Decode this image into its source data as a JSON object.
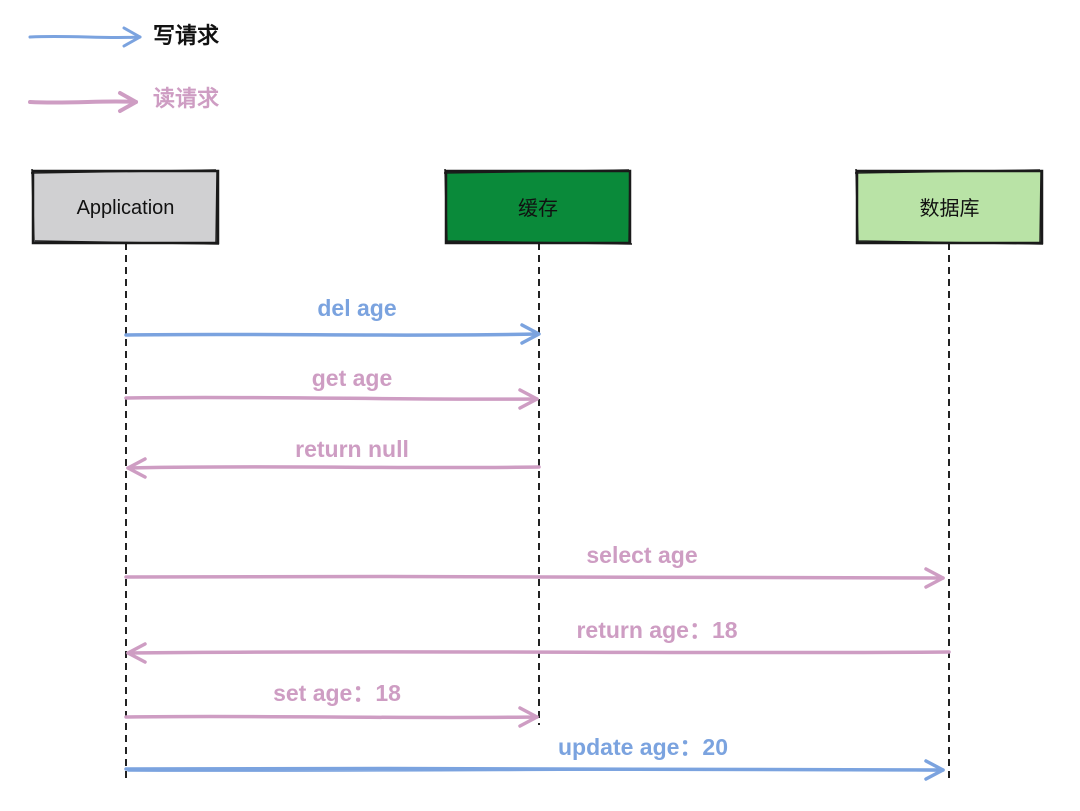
{
  "legend": [
    {
      "label": "写请求",
      "kind": "write"
    },
    {
      "label": "读请求",
      "kind": "read"
    }
  ],
  "colors": {
    "write": "#7BA3DF",
    "read": "#CE9DC3",
    "write_text": "#111111",
    "read_text": "#CE9DC3",
    "app_fill": "#D0D0D2",
    "cache_fill": "#0A8A3A",
    "db_fill": "#B9E3A6",
    "border": "#1A1A1A"
  },
  "participants": [
    {
      "id": "app",
      "label": "Application"
    },
    {
      "id": "cache",
      "label": "缓存"
    },
    {
      "id": "db",
      "label": "数据库"
    }
  ],
  "messages": [
    {
      "label": "del age",
      "from": "app",
      "to": "cache",
      "kind": "write"
    },
    {
      "label": "get age",
      "from": "app",
      "to": "cache",
      "kind": "read"
    },
    {
      "label": "return null",
      "from": "cache",
      "to": "app",
      "kind": "read"
    },
    {
      "label": "select age",
      "from": "app",
      "to": "db",
      "kind": "read"
    },
    {
      "label": "return age：18",
      "from": "db",
      "to": "app",
      "kind": "read"
    },
    {
      "label": "set age：18",
      "from": "app",
      "to": "cache",
      "kind": "read"
    },
    {
      "label": "update age：20",
      "from": "app",
      "to": "db",
      "kind": "write"
    }
  ]
}
